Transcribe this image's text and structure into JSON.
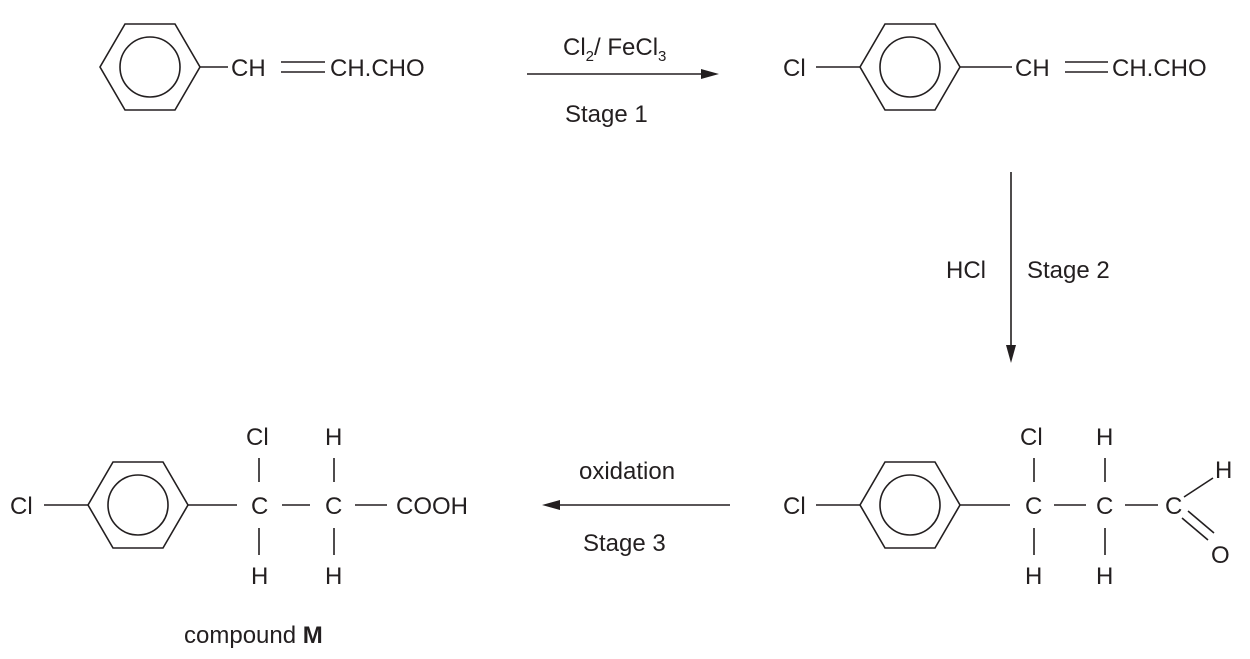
{
  "reaction_scheme": {
    "starting_material": {
      "substituent": "CH",
      "chain": "CH.CHO"
    },
    "stage1": {
      "reagent": {
        "cl": "Cl",
        "cl_sub": "2",
        "mid": "/ FeCl",
        "fe_sub": "3"
      },
      "label": "Stage 1"
    },
    "product1": {
      "ring_substituent": "Cl",
      "substituent": "CH",
      "chain": "CH.CHO"
    },
    "stage2": {
      "reagent": "HCl",
      "label": "Stage 2"
    },
    "product2": {
      "ring_substituent": "Cl",
      "c1_top": "Cl",
      "c1": "C",
      "c1_bottom": "H",
      "c2_top": "H",
      "c2": "C",
      "c2_bottom": "H",
      "c3": "C",
      "c3_h": "H",
      "c3_o": "O"
    },
    "stage3": {
      "reagent": "oxidation",
      "label": "Stage 3"
    },
    "compound_m": {
      "ring_substituent": "Cl",
      "c1_top": "Cl",
      "c1": "C",
      "c1_bottom": "H",
      "c2_top": "H",
      "c2": "C",
      "c2_bottom": "H",
      "end_group": "COOH",
      "caption_prefix": "compound",
      "caption_letter": "M"
    }
  }
}
